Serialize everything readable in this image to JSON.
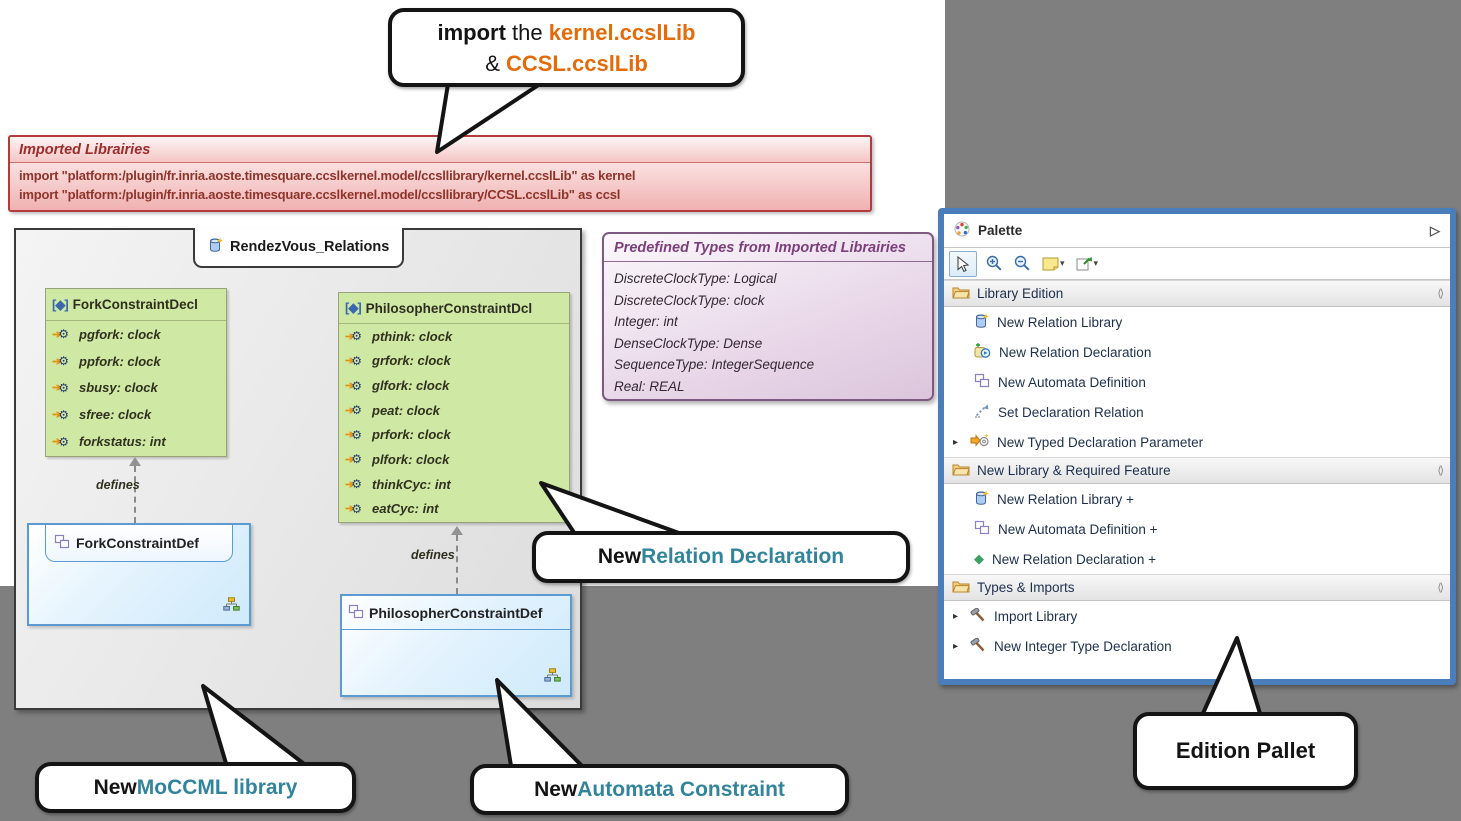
{
  "colors": {
    "accent_orange": "#e36c09",
    "accent_teal": "#31849b",
    "palette_border": "#4a7ebb",
    "decl_green_fill": "#cfe9a4",
    "red_note_border": "#b43b3b",
    "purple_note_border": "#7e5a82"
  },
  "glyphs": {
    "collapse_arrow": "▷",
    "dropdown": "▾",
    "expander": "▸",
    "pin": "⟨⟩",
    "param_arrow": "➔",
    "gear": "⚙",
    "green_diamond": "◆"
  },
  "callouts": {
    "import_note": {
      "word_import": "import",
      "word_the": " the ",
      "lib1": "kernel.ccslLib",
      "amp": "& ",
      "lib2": "CCSL.ccslLib"
    },
    "relation_declaration": {
      "prefix": "New ",
      "highlight": "Relation Declaration"
    },
    "moccml_library": {
      "prefix": "New ",
      "highlight": "MoCCML library"
    },
    "automata_constraint": {
      "prefix": "New ",
      "highlight": "Automata Constraint"
    },
    "edition_pallet": {
      "label": "Edition Pallet"
    }
  },
  "imported_libraries": {
    "title": "Imported Librairies",
    "lines": [
      "import \"platform:/plugin/fr.inria.aoste.timesquare.ccslkernel.model/ccsllibrary/kernel.ccslLib\" as kernel",
      "import \"platform:/plugin/fr.inria.aoste.timesquare.ccslkernel.model/ccsllibrary/CCSL.ccslLib\" as ccsl"
    ]
  },
  "diagram": {
    "package_name": "RendezVous_Relations",
    "defines_label": "defines",
    "fork_decl": {
      "badge": "[◆]",
      "title": "ForkConstraintDecl",
      "items": [
        "pgfork: clock",
        "ppfork: clock",
        "sbusy: clock",
        "sfree: clock",
        "forkstatus: int"
      ]
    },
    "philosopher_decl": {
      "badge": "[◆]",
      "title": "PhilosopherConstraintDcl",
      "items": [
        "pthink: clock",
        "grfork: clock",
        "glfork: clock",
        "peat: clock",
        "prfork: clock",
        "plfork: clock",
        "thinkCyc: int",
        "eatCyc: int"
      ]
    },
    "fork_def": {
      "title": "ForkConstraintDef"
    },
    "philosopher_def": {
      "title": "PhilosopherConstraintDef"
    }
  },
  "predefined_types": {
    "title": "Predefined Types from Imported Librairies",
    "lines": [
      "DiscreteClockType: Logical",
      "DiscreteClockType: clock",
      "Integer: int",
      "DenseClockType: Dense",
      "SequenceType: IntegerSequence",
      "Real: REAL"
    ]
  },
  "palette": {
    "title": "Palette",
    "toolbar_icons": [
      "select-tool",
      "zoom-in-tool",
      "zoom-out-tool",
      "note-tool",
      "stamp-tool"
    ],
    "sections": [
      {
        "label": "Library Edition",
        "items": [
          {
            "label": "New Relation Library",
            "icon": "relation-library"
          },
          {
            "label": "New Relation Declaration",
            "icon": "relation-declaration"
          },
          {
            "label": "New Automata Definition",
            "icon": "automata-definition"
          },
          {
            "label": "Set Declaration Relation",
            "icon": "set-declaration-relation"
          },
          {
            "label": "New Typed Declaration Parameter",
            "icon": "typed-declaration-parameter",
            "expander": true
          }
        ]
      },
      {
        "label": "New Library & Required Feature",
        "items": [
          {
            "label": "New Relation Library +",
            "icon": "relation-library"
          },
          {
            "label": "New Automata Definition +",
            "icon": "automata-definition"
          },
          {
            "label": "New Relation Declaration +",
            "icon": "green-diamond"
          }
        ]
      },
      {
        "label": "Types & Imports",
        "items": [
          {
            "label": "Import Library",
            "icon": "hammer",
            "expander": true
          },
          {
            "label": "New Integer Type Declaration",
            "icon": "hammer",
            "expander": true
          }
        ]
      }
    ]
  }
}
